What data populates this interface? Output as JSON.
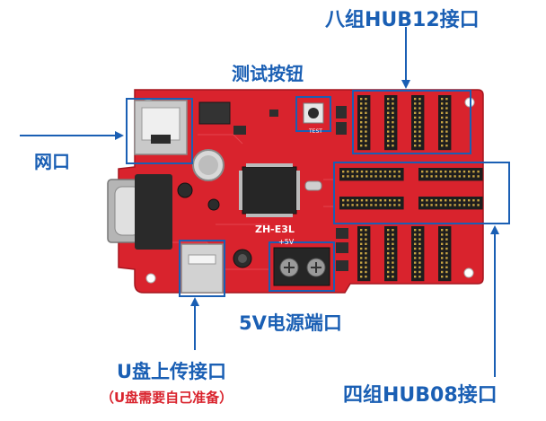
{
  "labels": {
    "hub12": "八组HUB12接口",
    "test_button": "测试按钮",
    "network_port": "网口",
    "power_port": "5V电源端口",
    "usb_port": "U盘上传接口",
    "usb_note": "（U盘需要自己准备）",
    "hub08": "四组HUB08接口"
  },
  "board": {
    "model": "ZH-E3L",
    "power_mark": "+5V",
    "button_mark": "TEST"
  },
  "colors": {
    "annotation": "#1a5fb4",
    "note": "#d9232d",
    "board": "#d9232d"
  }
}
